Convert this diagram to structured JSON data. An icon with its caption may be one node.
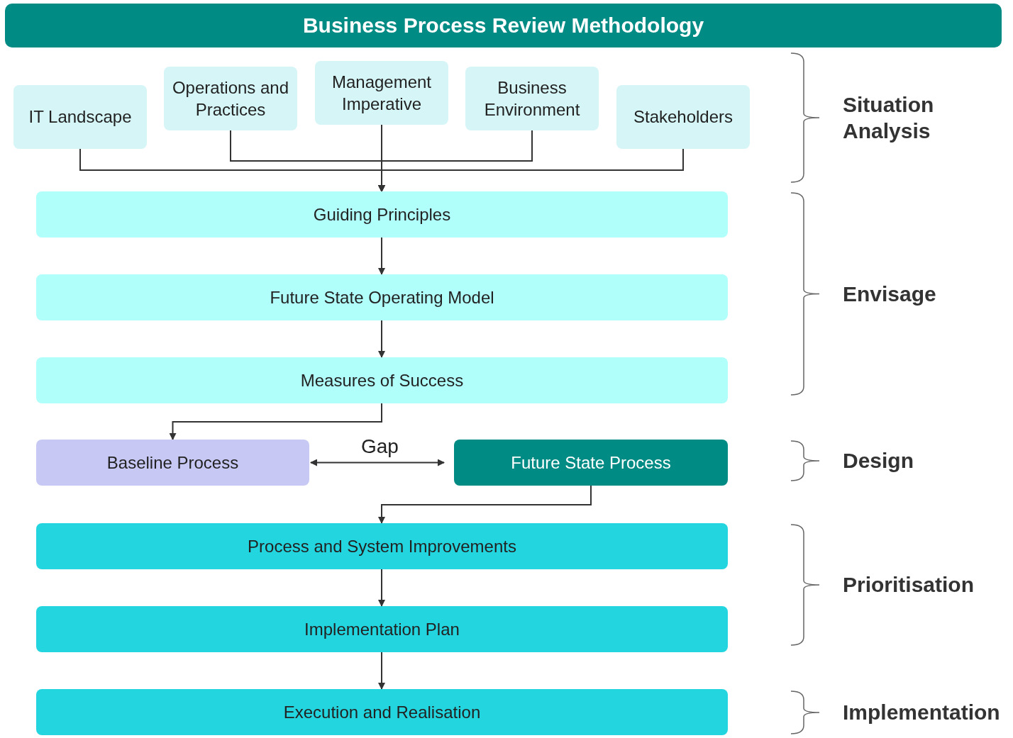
{
  "diagram": {
    "title": "Business Process Review Methodology",
    "nodes": [
      {
        "text": [
          "IT Landscape"
        ]
      },
      {
        "text": [
          "Operations and Practices"
        ]
      },
      {
        "text": [
          "Management Imperative"
        ]
      },
      {
        "text": [
          "Business Environment"
        ]
      },
      {
        "text": [
          "Stakeholders"
        ]
      },
      {
        "text": [
          "Guiding Principles"
        ]
      },
      {
        "text": [
          "Future State Operating Model"
        ]
      },
      {
        "text": [
          "Measures of Success"
        ]
      },
      {
        "text": [
          "Baseline Process"
        ]
      },
      {
        "text": [
          "Future State Process"
        ]
      },
      {
        "text": [
          "Process and System Improvements"
        ]
      },
      {
        "text": [
          "Implementation Plan"
        ]
      },
      {
        "text": [
          "Execution and Realisation"
        ]
      }
    ],
    "edges": [
      {
        "from": 0,
        "to": 5,
        "arrow": "to"
      },
      {
        "from": 1,
        "to": 5,
        "arrow": "to"
      },
      {
        "from": 2,
        "to": 5,
        "arrow": "to"
      },
      {
        "from": 3,
        "to": 5,
        "arrow": "to"
      },
      {
        "from": 4,
        "to": 5,
        "arrow": "to"
      },
      {
        "from": 5,
        "to": 6,
        "arrow": "to"
      },
      {
        "from": 6,
        "to": 7,
        "arrow": "to"
      },
      {
        "from": 7,
        "to": 8,
        "arrow": "to"
      },
      {
        "from": 8,
        "to": 9,
        "arrow": "both",
        "label": "Gap"
      },
      {
        "from": 9,
        "to": 10,
        "arrow": "to"
      },
      {
        "from": 10,
        "to": 11,
        "arrow": "to"
      },
      {
        "from": 11,
        "to": 12,
        "arrow": "to"
      }
    ],
    "labels": [
      "Situation Analysis",
      "Envisage",
      "Design",
      "Prioritisation",
      "Implementation"
    ]
  }
}
